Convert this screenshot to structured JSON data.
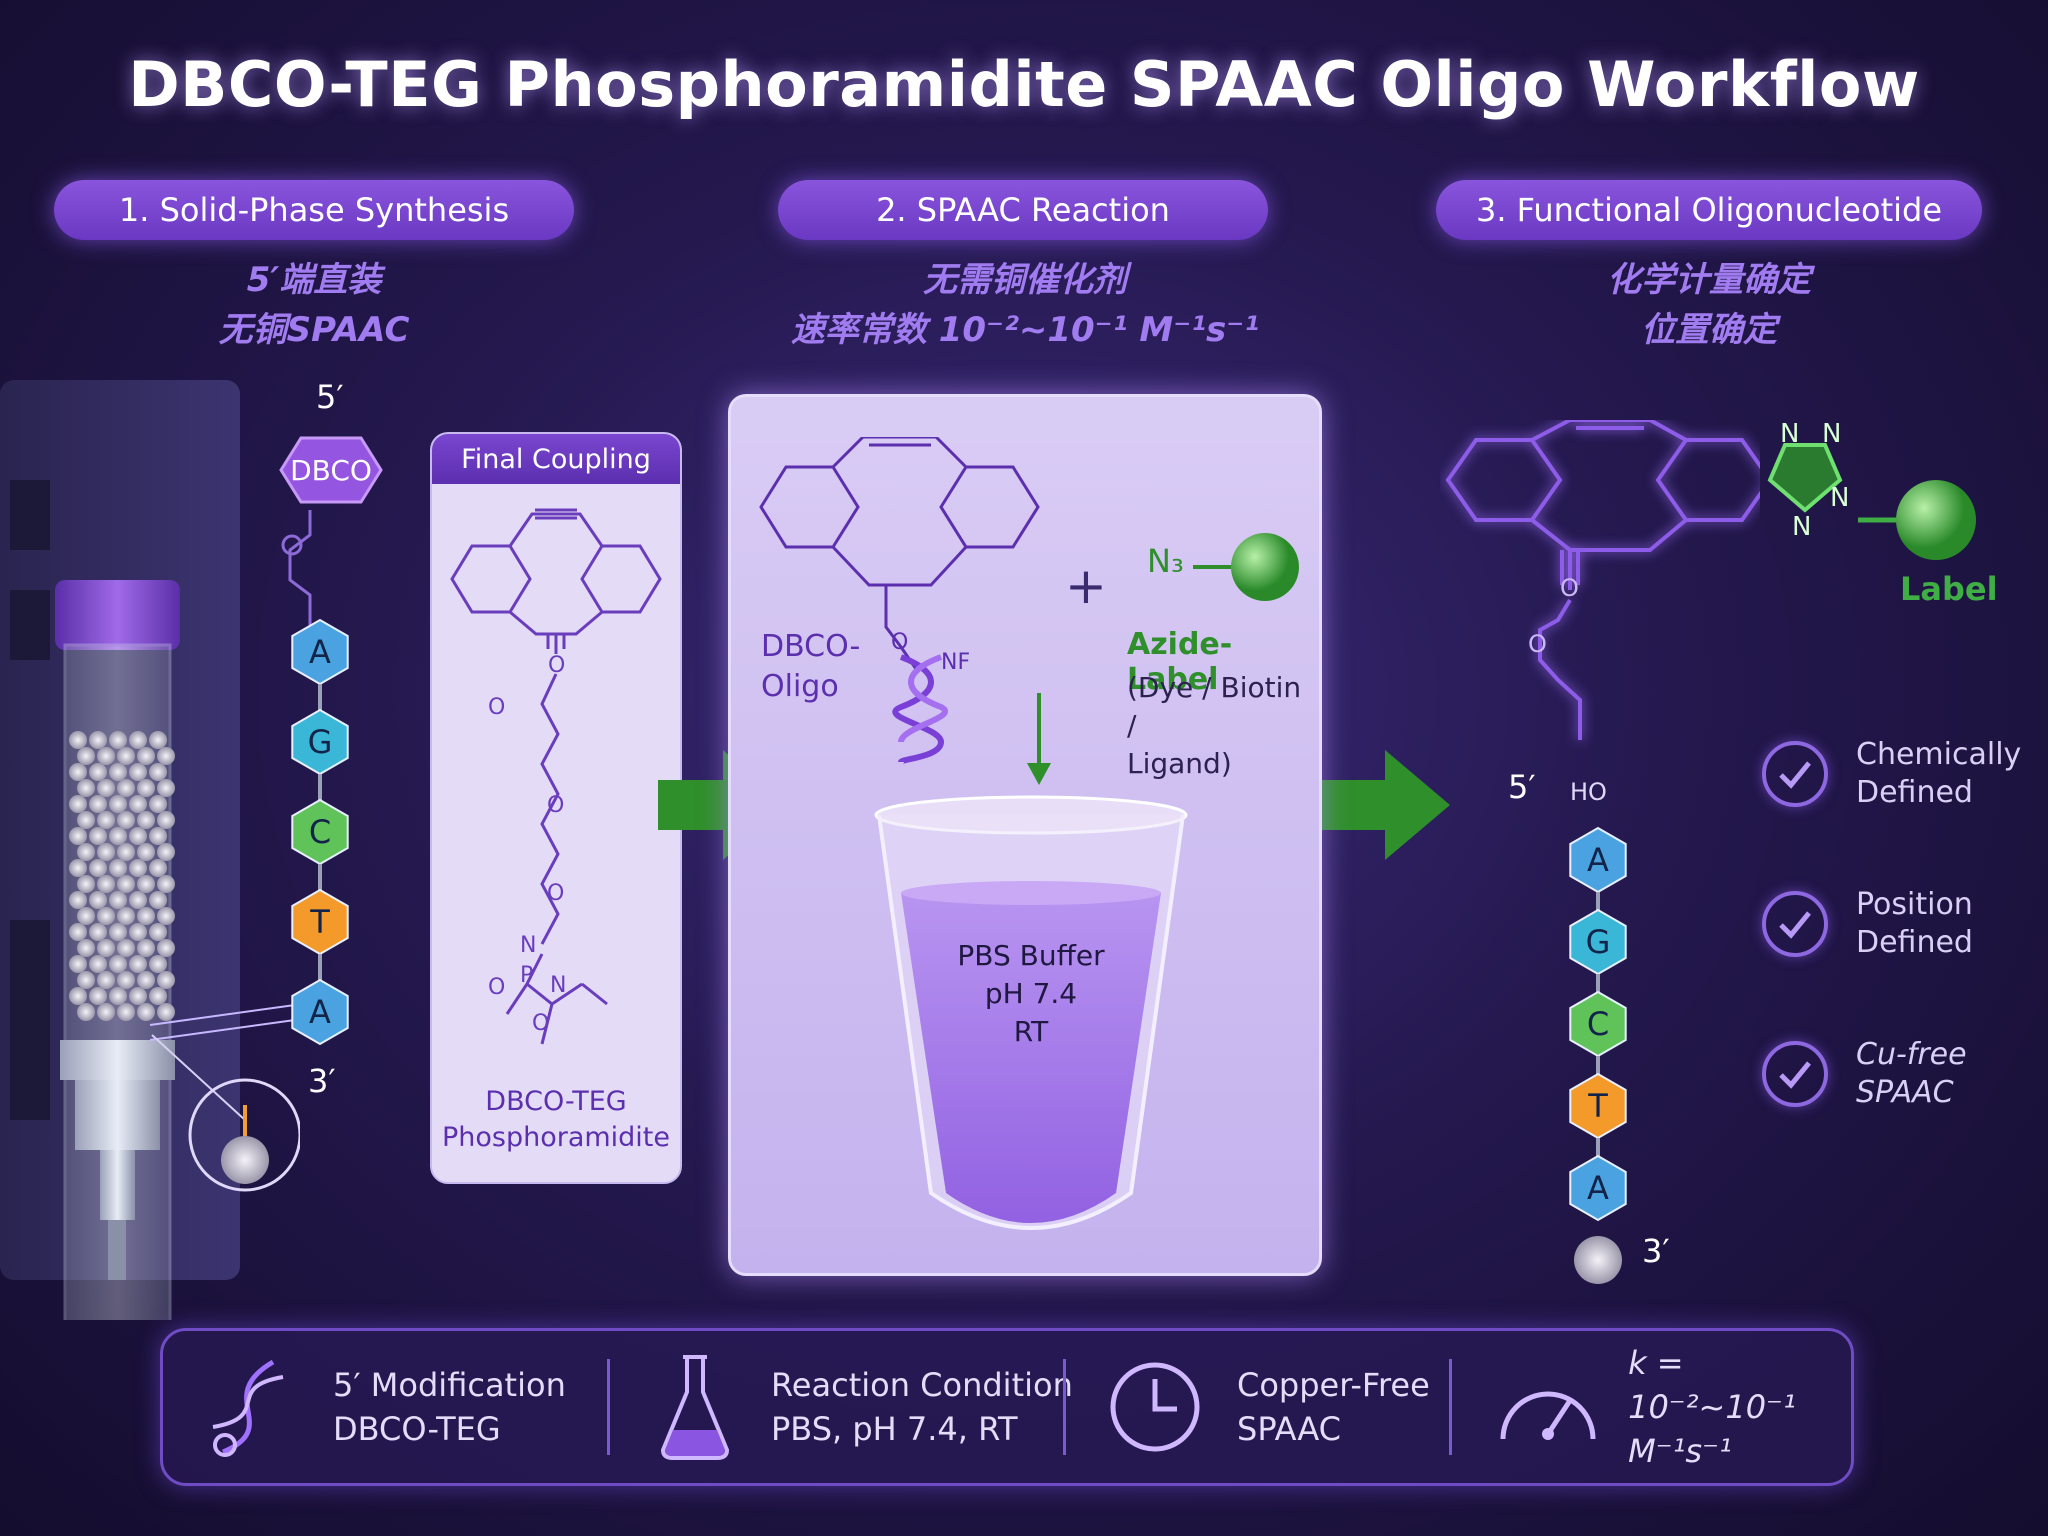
{
  "title": "DBCO-TEG Phosphoramidite SPAAC Oligo Workflow",
  "steps": [
    {
      "label": "1. Solid-Phase Synthesis",
      "sub": [
        "5′端直装",
        "无铜SPAAC"
      ]
    },
    {
      "label": "2. SPAAC Reaction",
      "sub": [
        "无需铜催化剂",
        "速率常数 10⁻²~10⁻¹ M⁻¹s⁻¹"
      ]
    },
    {
      "label": "3. Functional Oligonucleotide",
      "sub": [
        "化学计量确定",
        "位置确定"
      ]
    }
  ],
  "synthesis": {
    "five_prime": "5′",
    "three_prime": "3′",
    "dbco_tag": "DBCO",
    "bases": [
      "A",
      "G",
      "C",
      "T",
      "A"
    ],
    "coupling_header": "Final Coupling",
    "coupling_caption": [
      "DBCO-TEG",
      "Phosphoramidite"
    ]
  },
  "reaction": {
    "dbco_oligo": [
      "DBCO-",
      "Oligo"
    ],
    "plus": "+",
    "azide_n3": "N₃",
    "azide_label": "Azide-Label",
    "azide_options": [
      "(Dye / Biotin /",
      "Ligand)"
    ],
    "buffer": [
      "PBS Buffer",
      "pH 7.4",
      "RT"
    ]
  },
  "product": {
    "label": "Label",
    "five_prime": "5′",
    "three_prime": "3′",
    "bases": [
      "A",
      "G",
      "C",
      "T",
      "A"
    ],
    "checks": [
      [
        "Chemically",
        "Defined"
      ],
      [
        "Position",
        "Defined"
      ],
      [
        "Cu-free",
        "SPAAC"
      ]
    ]
  },
  "bottom_bar": [
    {
      "icon": "dna-icon",
      "lines": [
        "5′ Modification",
        "DBCO-TEG"
      ]
    },
    {
      "icon": "flask-icon",
      "lines": [
        "Reaction Condition",
        "PBS, pH 7.4, RT"
      ]
    },
    {
      "icon": "clock-icon",
      "lines": [
        "Copper-Free",
        "SPAAC"
      ]
    },
    {
      "icon": "gauge-icon",
      "lines": [
        "k = 10⁻²~10⁻¹",
        "M⁻¹s⁻¹"
      ]
    }
  ],
  "colors": {
    "accent": "#7b45d6",
    "base_A": "#4aa3e0",
    "base_G": "#3ab7d6",
    "base_C": "#5fc35a",
    "base_T": "#f39a2a",
    "label_green": "#3fae45",
    "arrow_green": "#2f8f2a"
  }
}
